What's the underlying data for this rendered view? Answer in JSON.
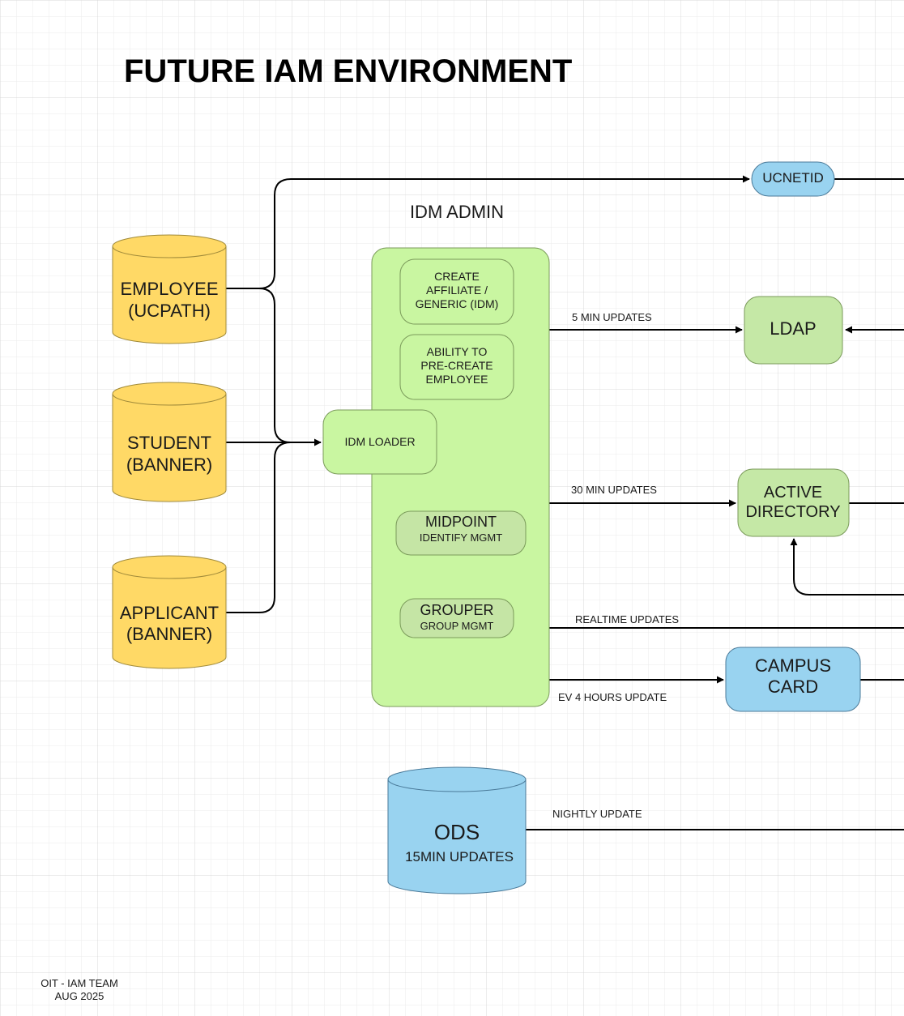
{
  "title": "FUTURE IAM ENVIRONMENT",
  "idm_admin": {
    "label": "IDM ADMIN",
    "create_affiliate": [
      "CREATE",
      "AFFILIATE /",
      "GENERIC (IDM)"
    ],
    "pre_create": [
      "ABILITY TO",
      "PRE-CREATE",
      "EMPLOYEE"
    ],
    "idm_loader": "IDM LOADER",
    "midpoint": {
      "title": "MIDPOINT",
      "subtitle": "IDENTIFY MGMT"
    },
    "grouper": {
      "title": "GROUPER",
      "subtitle": "GROUP MGMT"
    }
  },
  "sources": {
    "employee": [
      "EMPLOYEE",
      "(UCPATH)"
    ],
    "student": [
      "STUDENT",
      "(BANNER)"
    ],
    "applicant": [
      "APPLICANT",
      "(BANNER)"
    ]
  },
  "targets": {
    "ucnetid": "UCNETID",
    "ldap": "LDAP",
    "active_directory": [
      "ACTIVE",
      "DIRECTORY"
    ],
    "campus_card": [
      "CAMPUS",
      "CARD"
    ],
    "ods": {
      "title": "ODS",
      "subtitle": "15MIN UPDATES"
    }
  },
  "edges": {
    "ldap": "5 MIN UPDATES",
    "ad": "30 MIN UPDATES",
    "realtime": "REALTIME UPDATES",
    "campus_card": "EV 4 HOURS UPDATE",
    "ods": "NIGHTLY UPDATE"
  },
  "footer": {
    "team": "OIT - IAM TEAM",
    "date": "AUG 2025"
  },
  "colors": {
    "grid": "#e4e4e4",
    "source_fill": "#ffd966",
    "admin_fill": "#c9f6a1",
    "sub_fill": "#c9eda5",
    "module_fill": "#c5e5a5",
    "target_green": "#c5e8a6",
    "target_blue": "#99d3f0",
    "line": "#000000"
  }
}
